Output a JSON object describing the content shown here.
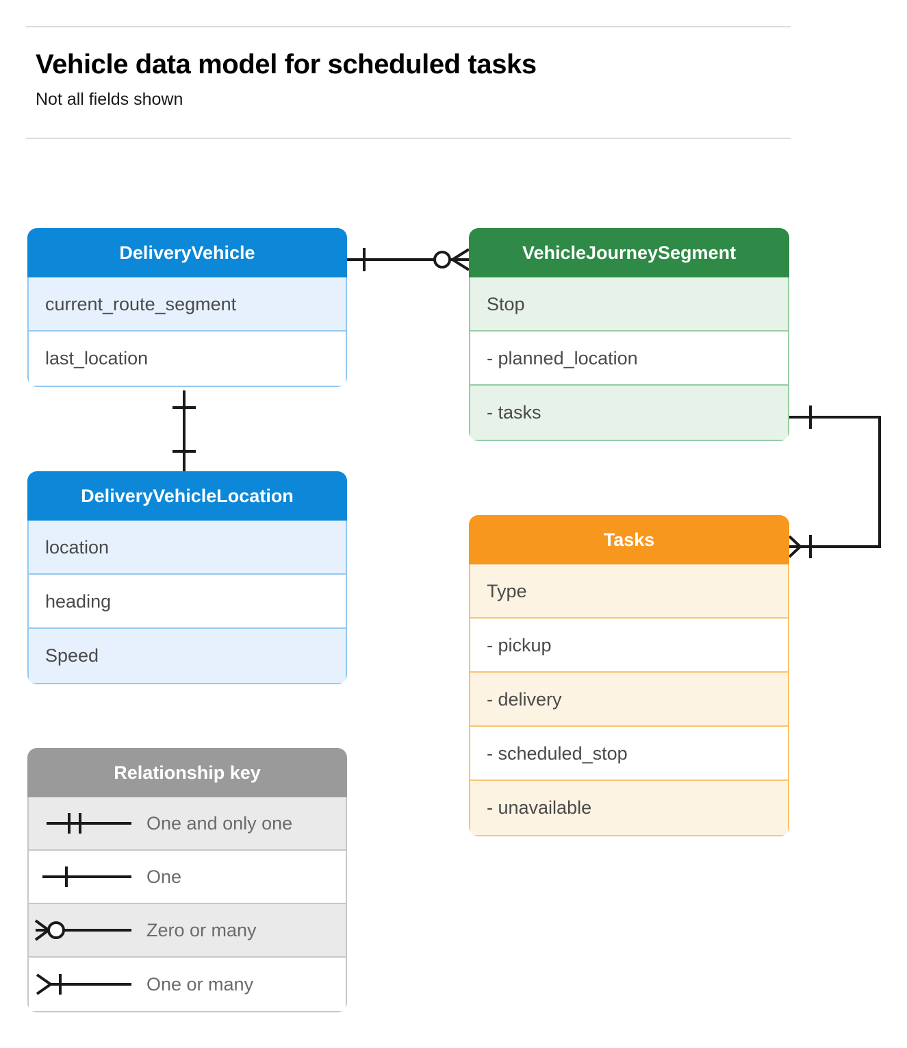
{
  "header": {
    "title": "Vehicle data model for scheduled tasks",
    "subtitle": "Not all fields shown"
  },
  "colors": {
    "blue_header": "#0d88d8",
    "blue_tint": "#e6f1fd",
    "blue_border": "#93c9f0",
    "green_header": "#2e8a46",
    "green_tint": "#e7f2e9",
    "green_border": "#95cca4",
    "orange_header": "#f8971d",
    "orange_tint": "#fdf3e3",
    "orange_border": "#fac46b",
    "gray_header": "#9a9a9a",
    "gray_tint": "#eaeaea",
    "gray_border": "#c7c7c7",
    "line": "#1a1a1a",
    "rule": "#dadce0"
  },
  "entities": {
    "delivery_vehicle": {
      "name": "DeliveryVehicle",
      "fields": [
        "current_route_segment",
        "last_location"
      ]
    },
    "vehicle_journey_segment": {
      "name": "VehicleJourneySegment",
      "fields": [
        "Stop",
        "-  planned_location",
        "- tasks"
      ]
    },
    "delivery_vehicle_location": {
      "name": "DeliveryVehicleLocation",
      "fields": [
        "location",
        "heading",
        "Speed"
      ]
    },
    "tasks": {
      "name": "Tasks",
      "fields": [
        "Type",
        "-  pickup",
        "-  delivery",
        "-  scheduled_stop",
        "-  unavailable"
      ]
    }
  },
  "legend": {
    "title": "Relationship key",
    "items": [
      {
        "symbol": "one-and-only-one-icon",
        "label": "One and only one"
      },
      {
        "symbol": "one-icon",
        "label": "One"
      },
      {
        "symbol": "zero-or-many-icon",
        "label": "Zero or many"
      },
      {
        "symbol": "one-or-many-icon",
        "label": "One or many"
      }
    ]
  },
  "relationships": [
    {
      "id": "deliveryvehicle-to-vehiclejourneysegment",
      "from": "DeliveryVehicle",
      "to": "VehicleJourneySegment",
      "from_cardinality": "One",
      "to_cardinality": "Zero or many"
    },
    {
      "id": "deliveryvehicle-to-deliveryvehiclelocation",
      "from": "DeliveryVehicle",
      "to": "DeliveryVehicleLocation",
      "from_cardinality": "One",
      "to_cardinality": "One"
    },
    {
      "id": "vehiclejourneysegment-tasks-to-tasks",
      "from": "VehicleJourneySegment",
      "to": "Tasks",
      "from_cardinality": "One",
      "to_cardinality": "One or many"
    }
  ]
}
